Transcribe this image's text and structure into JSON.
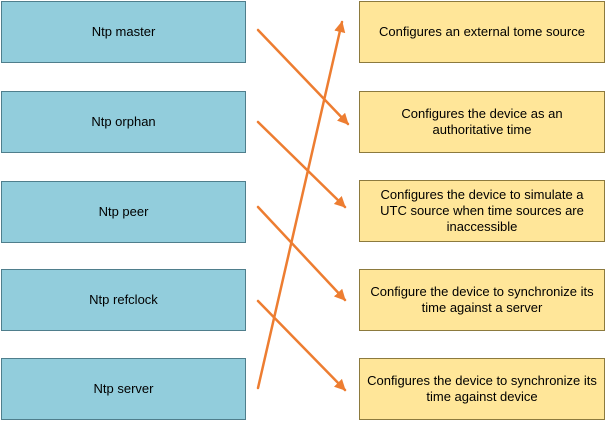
{
  "commands": [
    {
      "label": "Ntp master"
    },
    {
      "label": "Ntp orphan"
    },
    {
      "label": "Ntp peer"
    },
    {
      "label": "Ntp refclock"
    },
    {
      "label": "Ntp server"
    }
  ],
  "descriptions": [
    {
      "label": "Configures an external tome source"
    },
    {
      "label": "Configures the device as an authoritative time"
    },
    {
      "label": "Configures the device to simulate a UTC source when time sources are inaccessible"
    },
    {
      "label": "Configure the device to synchronize its time against a server"
    },
    {
      "label": "Configures the device to synchronize its time against device"
    }
  ],
  "connections": [
    {
      "from": 0,
      "to": 1
    },
    {
      "from": 1,
      "to": 2
    },
    {
      "from": 2,
      "to": 3
    },
    {
      "from": 3,
      "to": 4
    },
    {
      "from": 4,
      "to": 0
    }
  ],
  "colors": {
    "command_fill": "#92cddc",
    "description_fill": "#ffe699",
    "arrow": "#ed7d31"
  }
}
